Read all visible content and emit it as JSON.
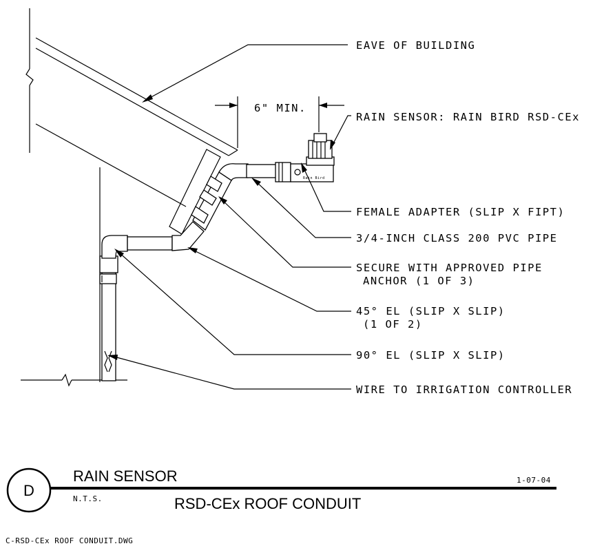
{
  "callouts": {
    "eave": "EAVE OF BUILDING",
    "dimension": "6\" MIN.",
    "rain_sensor": "RAIN SENSOR:  RAIN BIRD RSD-CEx",
    "female_adapter": "FEMALE ADAPTER (SLIP X FIPT)",
    "pvc_pipe": "3/4-INCH CLASS 200 PVC PIPE",
    "pipe_anchor_line1": "SECURE WITH APPROVED PIPE",
    "pipe_anchor_line2": "ANCHOR (1 OF 3)",
    "el45_line1": "45° EL (SLIP X SLIP)",
    "el45_line2": "(1 OF 2)",
    "el90": "90° EL (SLIP X SLIP)",
    "wire": "WIRE TO IRRIGATION CONTROLLER"
  },
  "title_block": {
    "detail_letter": "D",
    "title": "RAIN SENSOR",
    "scale": "N.T.S.",
    "date": "1-07-04",
    "subtitle": "RSD-CEx ROOF CONDUIT"
  },
  "filename": "C-RSD-CEx ROOF CONDUIT.DWG"
}
